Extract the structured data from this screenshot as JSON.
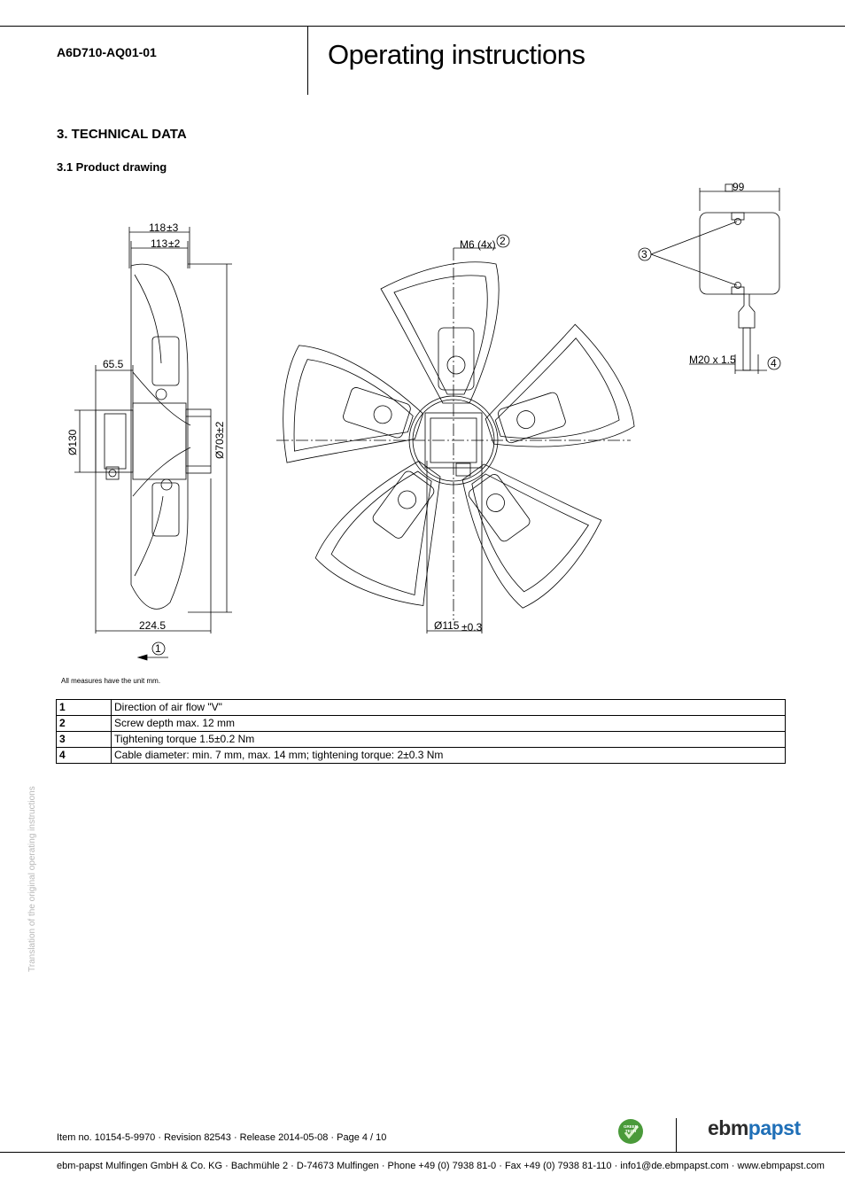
{
  "header": {
    "model": "A6D710-AQ01-01",
    "title": "Operating instructions"
  },
  "section": {
    "heading": "3. TECHNICAL DATA",
    "subheading": "3.1 Product drawing"
  },
  "drawing": {
    "dim_118": "118",
    "dim_118_tol": "±3",
    "dim_113": "113",
    "dim_113_tol": "±2",
    "dim_65": "65.5",
    "dim_130": "Ø130",
    "dim_703": "Ø703",
    "dim_703_tol": "±2",
    "dim_224": "224.5",
    "dim_m6": "M6 (4x)",
    "dim_115": "Ø115",
    "dim_115_tol": "±0.3",
    "dim_99": "99",
    "dim_m20": "M20 x 1.5",
    "callout_1": "1",
    "callout_2": "2",
    "callout_3": "3",
    "callout_4": "4"
  },
  "note": "All measures have the unit mm.",
  "legend": [
    {
      "num": "1",
      "text": "Direction of air flow \"V\""
    },
    {
      "num": "2",
      "text": "Screw depth max. 12 mm"
    },
    {
      "num": "3",
      "text": "Tightening torque 1.5±0.2 Nm"
    },
    {
      "num": "4",
      "text": "Cable diameter: min. 7 mm, max. 14 mm; tightening torque: 2±0.3 Nm"
    }
  ],
  "side_note": "Translation of the original operating instructions",
  "footer": {
    "item": "Item no. 10154-5-9970 · Revision 82543 · Release 2014-05-08 · Page 4 / 10",
    "address": "ebm-papst Mulfingen GmbH & Co. KG · Bachmühle 2 · D-74673 Mulfingen · Phone +49 (0) 7938 81-0 · Fax +49 (0) 7938 81-110 · info1@de.ebmpapst.com · www.ebmpapst.com",
    "greentech_line1": "GREEN",
    "greentech_line2": "TECH",
    "brand_a": "ebm",
    "brand_b": "papst"
  },
  "colors": {
    "brand_blue": "#1f6fb7",
    "greentech": "#4a9a3a"
  }
}
